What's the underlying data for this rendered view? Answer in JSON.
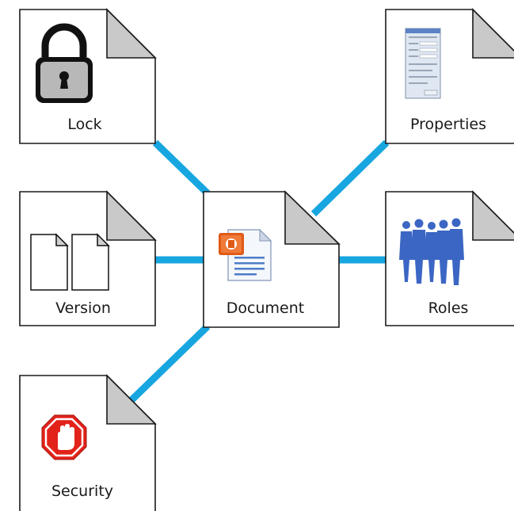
{
  "diagram": {
    "center": {
      "label": "Document",
      "icon": "word-document-icon"
    },
    "nodes": [
      {
        "id": "lock",
        "label": "Lock",
        "icon": "padlock-icon"
      },
      {
        "id": "properties",
        "label": "Properties",
        "icon": "properties-dialog-icon"
      },
      {
        "id": "version",
        "label": "Version",
        "icon": "version-pages-icon"
      },
      {
        "id": "roles",
        "label": "Roles",
        "icon": "people-group-icon"
      },
      {
        "id": "security",
        "label": "Security",
        "icon": "stop-hand-icon"
      }
    ],
    "colors": {
      "connector": "#18a6e0",
      "fold": "#c9c9c9",
      "border": "#1a1a1a",
      "security_red": "#e2231a",
      "roles_blue": "#3b66c4",
      "document_orange": "#e05a16"
    }
  }
}
